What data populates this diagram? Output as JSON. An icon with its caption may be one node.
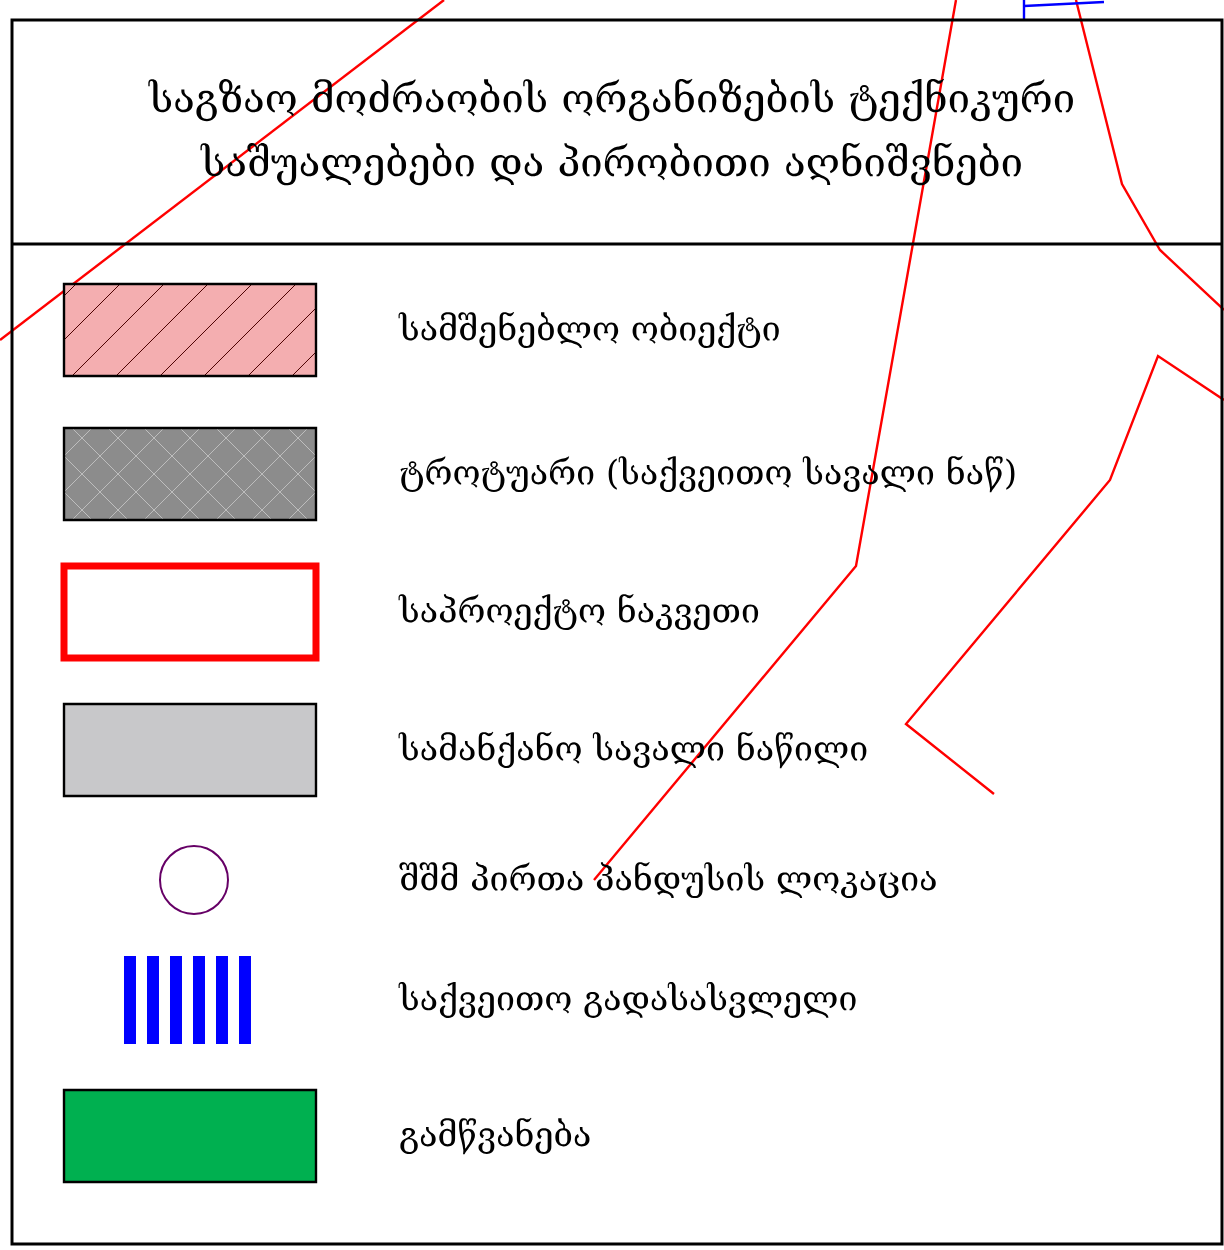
{
  "diagram": {
    "title": "საგზაო მოძრაობის ორგანიზების ტექნიკური საშუალებები და პირობითი აღნიშვნები",
    "legend": [
      {
        "text": "სამშენებლო ობიექტი"
      },
      {
        "text": "ტროტუარი (საქვეითო სავალი ნაწ)"
      },
      {
        "text": "საპროექტო ნაკვეთი"
      },
      {
        "text": "სამანქანო სავალი ნაწილი",
        "color": "#c8c8ca"
      },
      {
        "text": "შშმ პირთა პანდუსის ლოკაცია"
      },
      {
        "text": "საქვეითო გადასასვლელი"
      },
      {
        "text": "გამწვანება",
        "color": "#00b050"
      }
    ]
  }
}
